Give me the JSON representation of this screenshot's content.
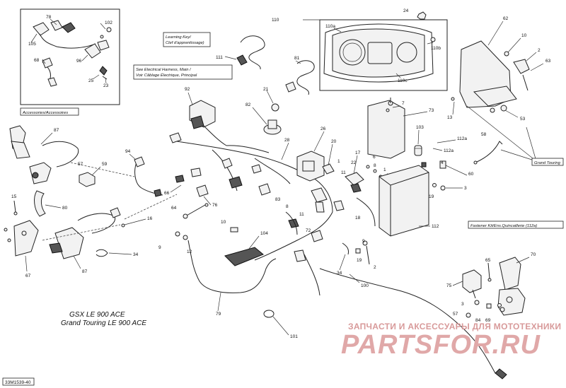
{
  "diagram": {
    "code": "33M1539-40",
    "models": [
      "GSX LE 900 ACE",
      "Grand Touring LE 900 ACE"
    ],
    "captions": {
      "accessories": "Accessories/Accessoires",
      "learning_key_1": "Learning Key/",
      "learning_key_2": "Clef d'apprentissage)",
      "harness_1": "See Electrical Harness, Main /",
      "harness_2": "Voir Câblage Électrique, Principal",
      "fastener_kit": "Fastener Kit/Ens.Quincaillerie (112a)",
      "grand_touring": "Grand Touring"
    },
    "callouts": {
      "c78": "78",
      "c102": "102",
      "c105": "105",
      "c96": "96",
      "c68": "68",
      "c25": "25",
      "c23": "23",
      "c111": "111",
      "c110": "110",
      "c110a": "110a",
      "c110b": "110b",
      "c110c": "110c",
      "c24": "24",
      "c62": "62",
      "c10a": "10",
      "c2a": "2",
      "c63": "63",
      "c13": "13",
      "c53": "53",
      "c81": "81",
      "c21": "21",
      "c82": "82",
      "c92": "92",
      "c87a": "87",
      "c94": "94",
      "c57a": "57",
      "c59": "59",
      "c66": "66",
      "c76": "76",
      "c64": "64",
      "c16": "16",
      "c80": "80",
      "c15": "15",
      "c67": "67",
      "c87b": "87",
      "c34a": "34",
      "c9a": "9",
      "c12": "12",
      "c79": "79",
      "c101": "101",
      "c104": "104",
      "c10b": "10",
      "c26": "26",
      "c28": "28",
      "c20": "20",
      "c17": "17",
      "c22": "22",
      "c1a": "1",
      "c11a": "11",
      "c83": "83",
      "c8a": "8",
      "c11b": "11",
      "c72": "72",
      "c18": "18",
      "c7": "7",
      "c73": "73",
      "c6": "6",
      "c8b": "8",
      "c1b": "1",
      "c11c": "11",
      "c5": "5",
      "c103": "103",
      "c112a1": "112a",
      "c112a2": "112a",
      "c58": "58",
      "c4": "4",
      "c60": "60",
      "c19a": "19",
      "c3a": "3",
      "c112": "112",
      "c9b": "9",
      "c19b": "19",
      "c2b": "2",
      "c34b": "34",
      "c100": "100",
      "c65": "65",
      "c70": "70",
      "c75": "75",
      "c3b": "3",
      "c57b": "57",
      "c84": "84",
      "c69": "69"
    },
    "watermark": {
      "line1": "ЗАПЧАСТИ И АКСЕССУАРЫ ДЛЯ МОТОТЕХНИКИ",
      "line2": "PARTSFOR.RU"
    }
  }
}
